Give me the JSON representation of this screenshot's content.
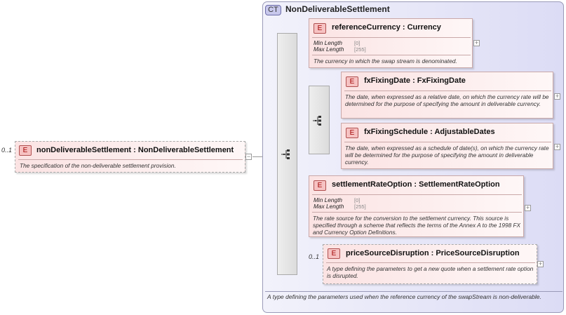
{
  "root": {
    "occurrence": "0..1",
    "badge": "E",
    "title": "nonDeliverableSettlement : NonDeliverableSettlement",
    "description": "The specification of the non-deliverable settlement provision.",
    "toggle": "−"
  },
  "complex_type": {
    "badge": "CT",
    "title": "NonDeliverableSettlement",
    "description": "A type defining the parameters used when the reference currency of the swapStream is non-deliverable."
  },
  "elements": [
    {
      "badge": "E",
      "title": "referenceCurrency : Currency",
      "facets": [
        {
          "name": "Min Length",
          "value": "[0]"
        },
        {
          "name": "Max Length",
          "value": "[255]"
        }
      ],
      "description": "The currency in which the swap stream is denominated."
    },
    {
      "badge": "E",
      "title": "fxFixingDate : FxFixingDate",
      "description": "The date, when expressed as a relative date, on which the currency rate will be determined for the purpose of specifying the amount in deliverable currency."
    },
    {
      "badge": "E",
      "title": "fxFixingSchedule : AdjustableDates",
      "description": "The date, when expressed as a schedule of date(s), on which the currency rate will be determined for the purpose of specifying the amount in deliverable currency."
    },
    {
      "badge": "E",
      "title": "settlementRateOption : SettlementRateOption",
      "facets": [
        {
          "name": "Min Length",
          "value": "[0]"
        },
        {
          "name": "Max Length",
          "value": "[255]"
        }
      ],
      "description": "The rate source for the conversion to the settlement currency. This source is specified through a scheme that reflects the terms of the Annex A to the 1998 FX and Currency Option Definitions."
    },
    {
      "occurrence": "0..1",
      "badge": "E",
      "title": "priceSourceDisruption : PriceSourceDisruption",
      "description": "A type defining the parameters to get a new quote when a settlement rate option is disrupted."
    }
  ],
  "icons": {
    "expand": "+",
    "sequence": "sequence-icon"
  }
}
